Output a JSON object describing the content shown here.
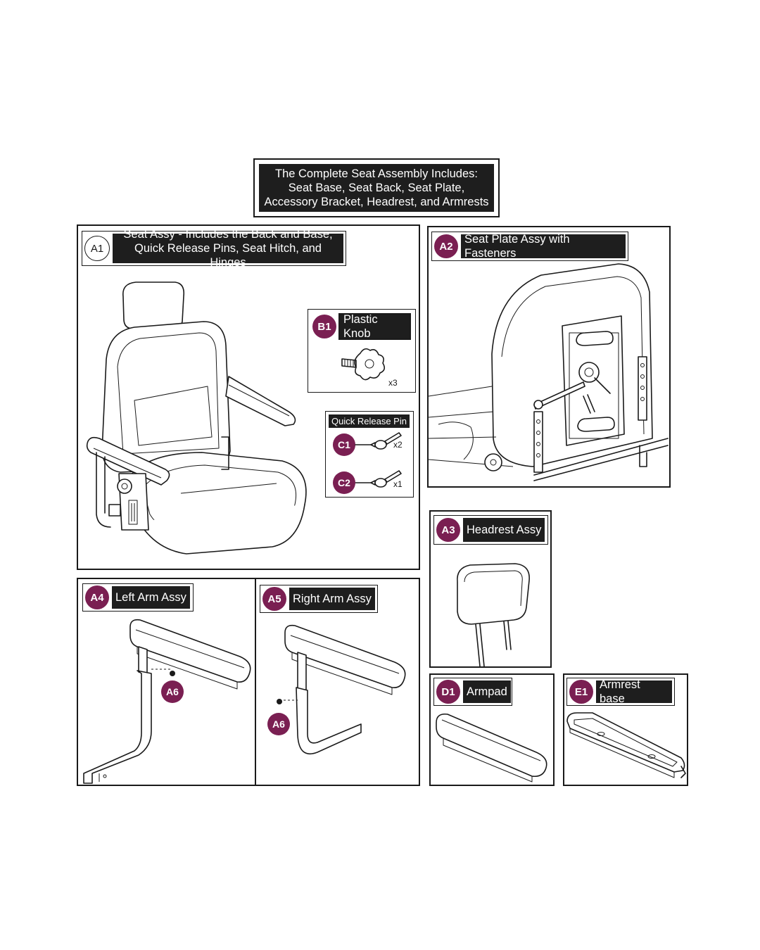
{
  "title": {
    "line1": "The Complete Seat Assembly Includes:",
    "line2": "Seat Base, Seat Back, Seat Plate,",
    "line3": "Accessory Bracket, Headrest, and Armrests"
  },
  "panels": {
    "a1": {
      "id": "A1",
      "line1": "Seat Assy - Includes the Back and Base,",
      "line2": "Quick Release Pins, Seat Hitch, and Hinges"
    },
    "b1": {
      "id": "B1",
      "label": "Plastic Knob",
      "qty": "x3"
    },
    "pins": {
      "header": "Quick Release Pin",
      "c1": {
        "id": "C1",
        "qty": "x2"
      },
      "c2": {
        "id": "C2",
        "qty": "x1"
      }
    },
    "a2": {
      "id": "A2",
      "label": "Seat Plate Assy with Fasteners"
    },
    "a3": {
      "id": "A3",
      "label": "Headrest Assy"
    },
    "a4": {
      "id": "A4",
      "label": "Left Arm Assy",
      "callout": "A6"
    },
    "a5": {
      "id": "A5",
      "label": "Right Arm Assy",
      "callout": "A6"
    },
    "d1": {
      "id": "D1",
      "label": "Armpad"
    },
    "e1": {
      "id": "E1",
      "label": "Armrest base"
    }
  },
  "colors": {
    "badge": "#7a1f52",
    "label_bg": "#1e1e1e",
    "line": "#1a1a1a"
  }
}
